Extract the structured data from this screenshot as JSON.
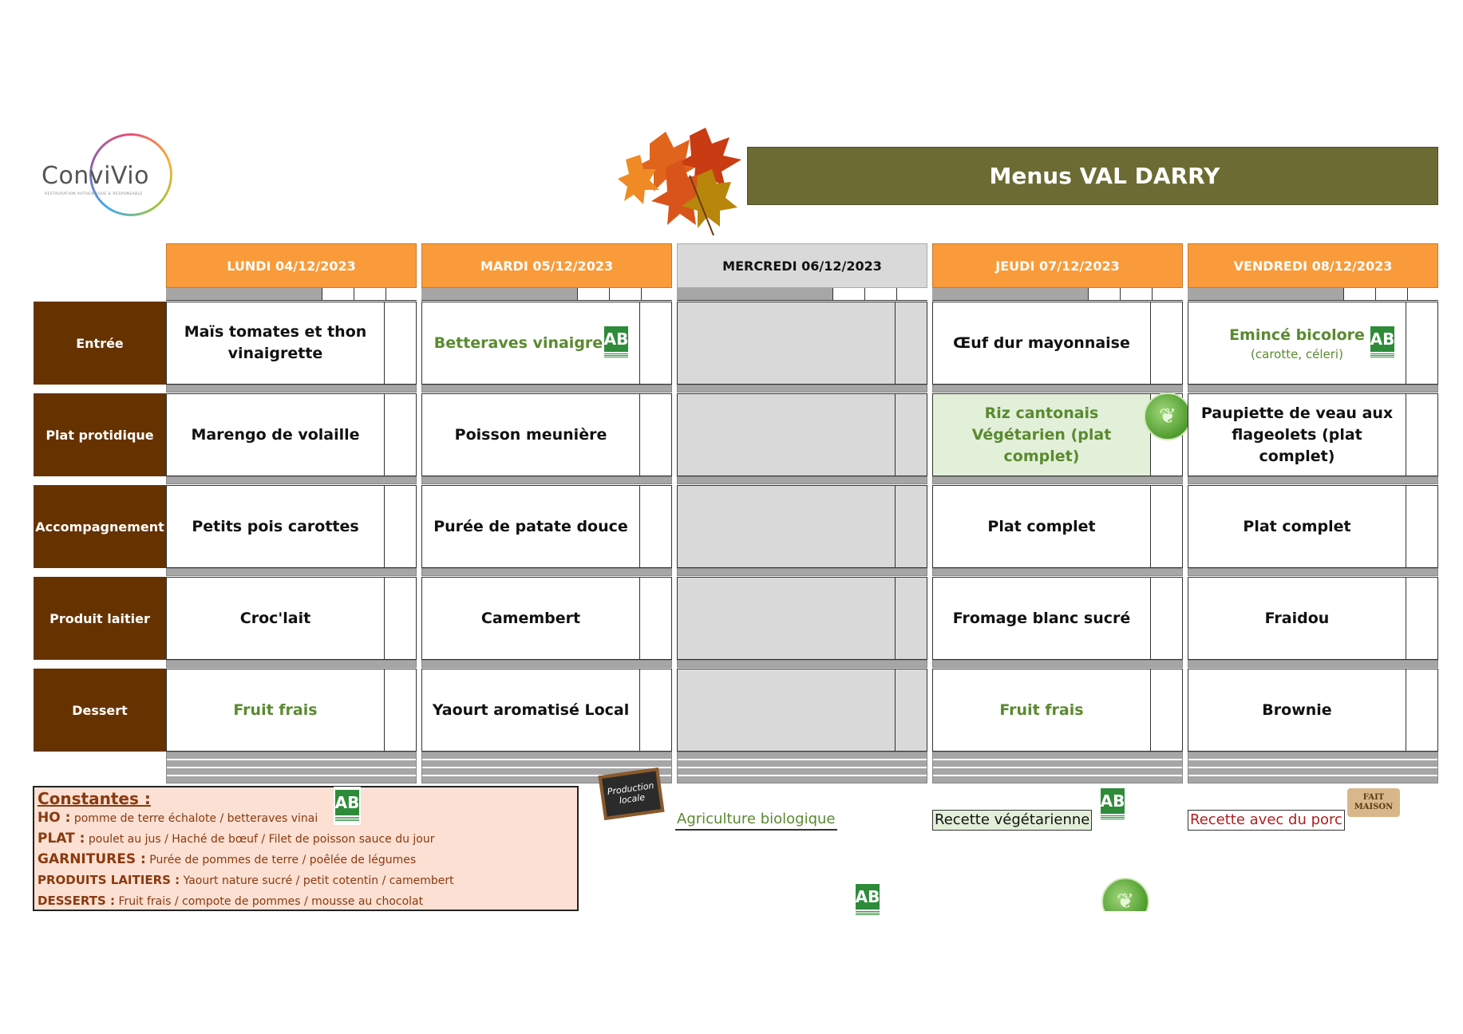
{
  "logo": {
    "name": "ConviVio",
    "tagline": "RESTAURATION AUTHENTIQUE & RESPONSABLE"
  },
  "title": "Menus VAL DARRY",
  "days": [
    {
      "label": "LUNDI  04/12/2023",
      "closed": false
    },
    {
      "label": "MARDI 05/12/2023",
      "closed": false
    },
    {
      "label": "MERCREDI 06/12/2023",
      "closed": true
    },
    {
      "label": "JEUDI 07/12/2023",
      "closed": false
    },
    {
      "label": "VENDREDI 08/12/2023",
      "closed": false
    }
  ],
  "rows": [
    {
      "label": "Entrée",
      "cells": [
        {
          "text": "Maïs tomates et thon vinaigrette"
        },
        {
          "text": "Betteraves vinaigrette",
          "green": true,
          "bio": true
        },
        {
          "text": ""
        },
        {
          "text": "Œuf dur mayonnaise"
        },
        {
          "text": "Emincé bicolore",
          "sub": "(carotte, céleri)",
          "green": true,
          "bio": true
        }
      ]
    },
    {
      "label": "Plat protidique",
      "cells": [
        {
          "text": "Marengo de volaille"
        },
        {
          "text": "Poisson meunière"
        },
        {
          "text": ""
        },
        {
          "text": "Riz cantonais Végétarien (plat complet)",
          "green": true,
          "veg": true
        },
        {
          "text": "Paupiette de veau aux flageolets (plat complet)"
        }
      ]
    },
    {
      "label": "Accompagnement",
      "cells": [
        {
          "text": "Petits pois carottes"
        },
        {
          "text": "Purée de patate douce"
        },
        {
          "text": ""
        },
        {
          "text": "Plat complet"
        },
        {
          "text": "Plat complet"
        }
      ]
    },
    {
      "label": "Produit laitier",
      "cells": [
        {
          "text": "Croc'lait"
        },
        {
          "text": "Camembert"
        },
        {
          "text": ""
        },
        {
          "text": "Fromage blanc sucré"
        },
        {
          "text": "Fraidou"
        }
      ]
    },
    {
      "label": "Dessert",
      "cells": [
        {
          "text": "Fruit frais",
          "green": true
        },
        {
          "text": "Yaourt aromatisé Local"
        },
        {
          "text": ""
        },
        {
          "text": "Fruit frais",
          "green": true
        },
        {
          "text": "Brownie"
        }
      ]
    }
  ],
  "constantes": {
    "title": "Constantes :",
    "lines": [
      {
        "key": "HO :",
        "text": " pomme de terre échalote / betteraves vinai"
      },
      {
        "key": "PLAT :",
        "text": " poulet au jus / Haché de bœuf / Filet de poisson sauce du jour"
      },
      {
        "key": "GARNITURES :",
        "text": " Purée de pommes de terre  /  poêlée de légumes"
      },
      {
        "key": "PRODUITS LAITIERS :",
        "text": " Yaourt nature sucré / petit cotentin / camembert"
      },
      {
        "key": "DESSERTS :",
        "text": " Fruit frais / compote de pommes / mousse au chocolat"
      }
    ]
  },
  "badges": {
    "ab": "AB",
    "production_locale": "Production locale",
    "fait_maison": "FAIT MAISON"
  },
  "legend": {
    "bio": "Agriculture biologique",
    "veg": "Recette végétarienne",
    "porc": "Recette avec du porc"
  },
  "colors": {
    "header": "#f99b3a",
    "label": "#663300",
    "banner": "#6b6b33",
    "green_text": "#5a8a30",
    "veg_bg": "#e2f0d9"
  }
}
